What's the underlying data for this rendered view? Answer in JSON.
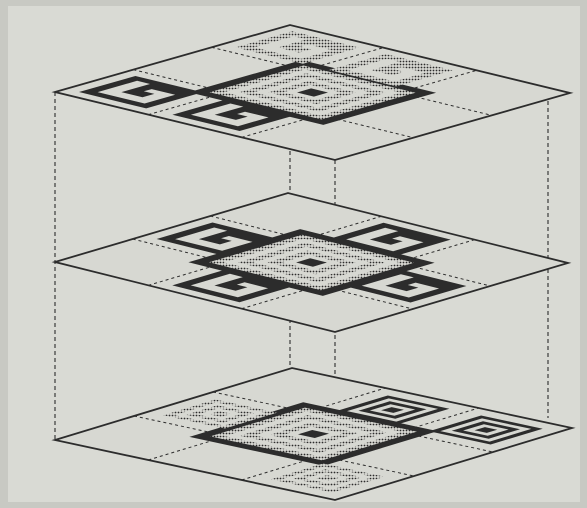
{
  "figure": {
    "layer_count": 3,
    "grid": {
      "rows": 3,
      "cols": 3
    },
    "colors": {
      "paper": "#d9dad4",
      "ink": "#2c2c2c",
      "panel_fill": "#d7d8d2",
      "shadow": "#bfc0ba"
    },
    "layers": [
      {
        "id": "top",
        "center_motif": "square-spiral",
        "motif_cells": [
          {
            "cell": [
              0,
              0
            ],
            "pattern": "spiral-hook",
            "style": "solid"
          },
          {
            "cell": [
              1,
              0
            ],
            "pattern": "spiral-hook",
            "style": "solid"
          },
          {
            "cell": [
              0,
              2
            ],
            "pattern": "spiral-hook",
            "style": "hatched"
          },
          {
            "cell": [
              1,
              2
            ],
            "pattern": "spiral-hook",
            "style": "hatched"
          }
        ]
      },
      {
        "id": "middle",
        "center_motif": "square-spiral",
        "motif_cells": [
          {
            "cell": [
              0,
              1
            ],
            "pattern": "spiral-hook",
            "style": "solid"
          },
          {
            "cell": [
              1,
              0
            ],
            "pattern": "spiral-hook",
            "style": "solid"
          },
          {
            "cell": [
              2,
              1
            ],
            "pattern": "spiral-hook",
            "style": "solid"
          },
          {
            "cell": [
              1,
              2
            ],
            "pattern": "spiral-hook",
            "style": "solid"
          }
        ]
      },
      {
        "id": "bottom",
        "center_motif": "square-spiral",
        "motif_cells": [
          {
            "cell": [
              0,
              1
            ],
            "pattern": "spiral-square",
            "style": "hatched"
          },
          {
            "cell": [
              2,
              0
            ],
            "pattern": "spiral-square",
            "style": "hatched"
          },
          {
            "cell": [
              1,
              2
            ],
            "pattern": "spiral-square",
            "style": "solid"
          },
          {
            "cell": [
              2,
              2
            ],
            "pattern": "spiral-square",
            "style": "solid"
          }
        ]
      }
    ]
  }
}
